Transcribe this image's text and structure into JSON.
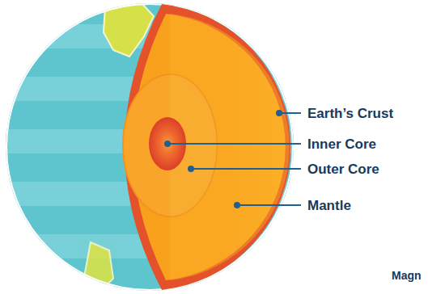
{
  "diagram": {
    "labels": [
      "Earth’s Crust",
      "Inner Core",
      "Outer Core",
      "Mantle",
      "Magn"
    ]
  }
}
